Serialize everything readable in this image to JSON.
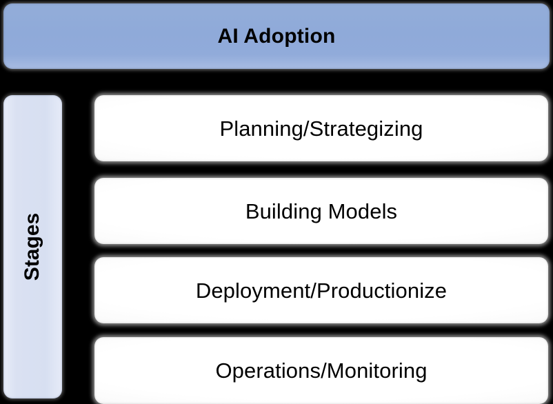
{
  "diagram": {
    "title": "AI Adoption",
    "axis_label": "Stages",
    "background_color": "#000000",
    "header_color": "#8FAAD9",
    "axis_label_color": "#D8E0F2",
    "stage_box_color": "#FFFFFF",
    "text_color": "#000000",
    "stages": [
      {
        "label": "Planning/Strategizing"
      },
      {
        "label": "Building Models"
      },
      {
        "label": "Deployment/Productionize"
      },
      {
        "label": "Operations/Monitoring"
      }
    ]
  }
}
